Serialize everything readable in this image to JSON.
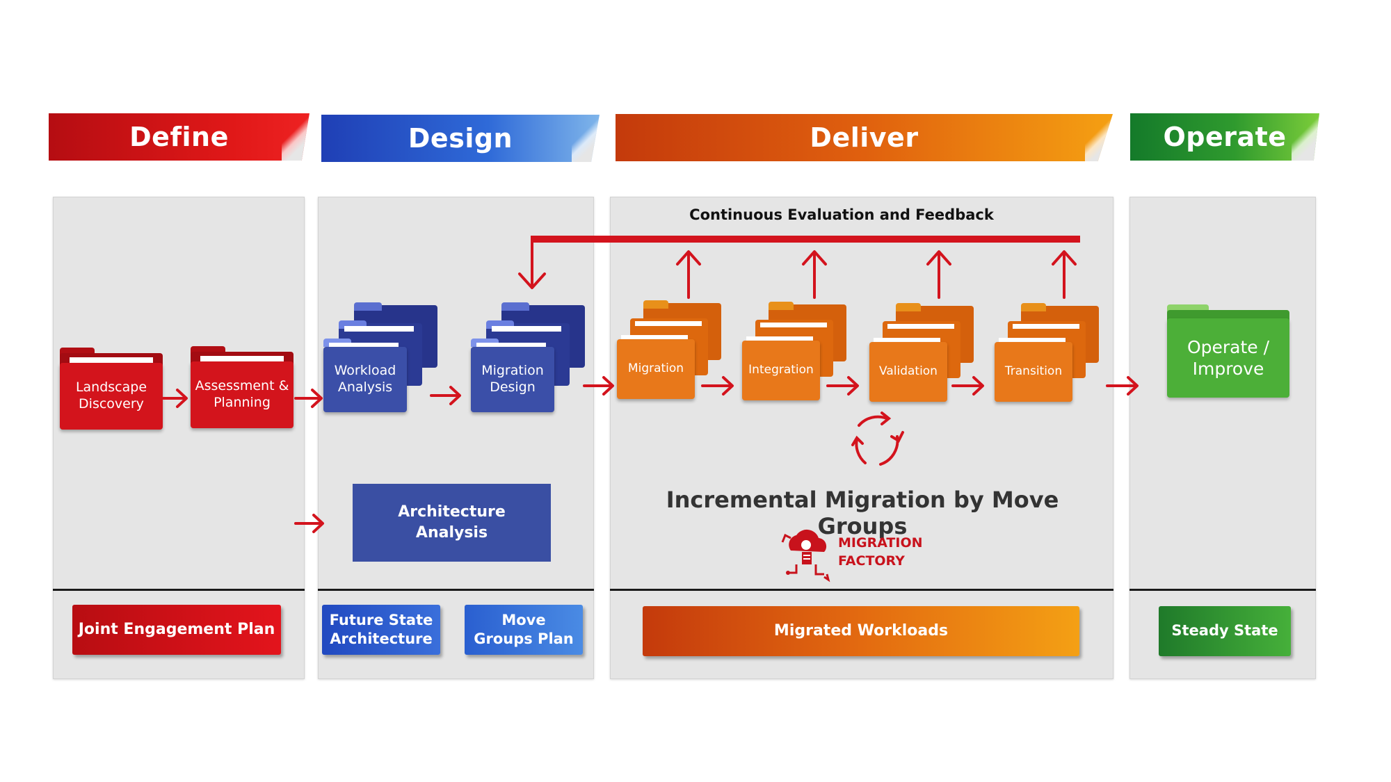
{
  "phases": {
    "define": "Define",
    "design": "Design",
    "deliver": "Deliver",
    "operate": "Operate"
  },
  "define": {
    "landscape": "Landscape\nDiscovery",
    "assessment": "Assessment &\nPlanning",
    "output": "Joint Engagement Plan"
  },
  "design": {
    "workload": "Workload\nAnalysis",
    "migration_design": "Migration\nDesign",
    "architecture": "Architecture\nAnalysis",
    "output_future": "Future State\nArchitecture",
    "output_move": "Move\nGroups Plan"
  },
  "deliver": {
    "feedback": "Continuous Evaluation and Feedback",
    "steps": [
      "Migration",
      "Integration",
      "Validation",
      "Transition"
    ],
    "incremental": "Incremental Migration by Move Groups",
    "factory_line1": "MIGRATION",
    "factory_line2": "FACTORY",
    "output": "Migrated Workloads"
  },
  "operate": {
    "folder": "Operate /\nImprove",
    "output": "Steady State"
  },
  "colors": {
    "define": "#c8121c",
    "design": "#3049a0",
    "deliver": "#e06a10",
    "operate": "#4caf38",
    "arrow": "#d3131d"
  }
}
